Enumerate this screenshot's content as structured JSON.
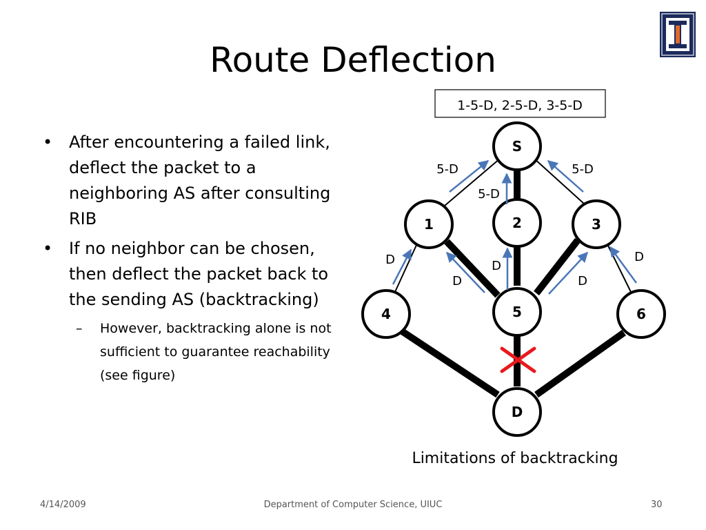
{
  "slide": {
    "title": "Route Deflection",
    "bullets": [
      "After encountering a failed link, deflect the packet to a neighboring AS after consulting RIB",
      "If no neighbor can be chosen, then deflect the packet back to the sending AS (backtracking)"
    ],
    "sub_bullets": [
      "However, backtracking alone is not sufficient to guarantee reachability (see figure)"
    ],
    "bullet_glyph": "•",
    "sub_bullet_glyph": "–",
    "logo_icon": "university-seal-icon"
  },
  "figure": {
    "route_box": "1-5-D, 2-5-D, 3-5-D",
    "caption": "Limitations of backtracking",
    "nodes": {
      "S": "S",
      "n1": "1",
      "n2": "2",
      "n3": "3",
      "n4": "4",
      "n5": "5",
      "n6": "6",
      "D": "D"
    },
    "arrow_labels": {
      "to_s_from_1": "5-D",
      "to_s_from_2": "5-D",
      "to_s_from_3": "5-D",
      "to_1_from_4": "D",
      "to_1_from_5": "D",
      "to_2_from_5": "D",
      "to_3_from_5": "D",
      "to_3_from_6": "D"
    },
    "colors": {
      "arrow": "#4a76b8",
      "failure": "#e8191d"
    },
    "failure_icon": "failed-link-x-icon"
  },
  "footer": {
    "date": "4/14/2009",
    "department": "Department of Computer Science, UIUC",
    "page": "30"
  }
}
